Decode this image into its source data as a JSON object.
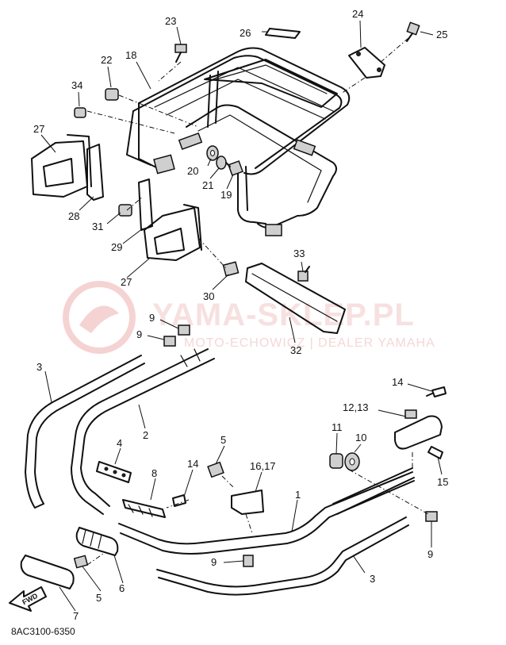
{
  "diagram": {
    "catalog_number": "8AC3100-6350",
    "watermark": {
      "brand": "YAMA-SKLEP.PL",
      "dealer": "MOTO-ECHOWICZ | DEALER YAMAHA"
    },
    "fwd_label": "FWD",
    "callouts": {
      "c1": "1",
      "c2": "2",
      "c3a": "3",
      "c3b": "3",
      "c4": "4",
      "c5a": "5",
      "c5b": "5",
      "c6": "6",
      "c7": "7",
      "c8": "8",
      "c9a": "9",
      "c9b": "9",
      "c9c": "9",
      "c9d": "9",
      "c10": "10",
      "c11": "11",
      "c12_13": "12,13",
      "c14a": "14",
      "c14b": "14",
      "c15": "15",
      "c16_17": "16,17",
      "c18": "18",
      "c19": "19",
      "c20": "20",
      "c21": "21",
      "c22": "22",
      "c23": "23",
      "c24": "24",
      "c25": "25",
      "c26": "26",
      "c27a": "27",
      "c27b": "27",
      "c28": "28",
      "c29": "29",
      "c30": "30",
      "c31": "31",
      "c32": "32",
      "c33": "33",
      "c34": "34"
    }
  }
}
